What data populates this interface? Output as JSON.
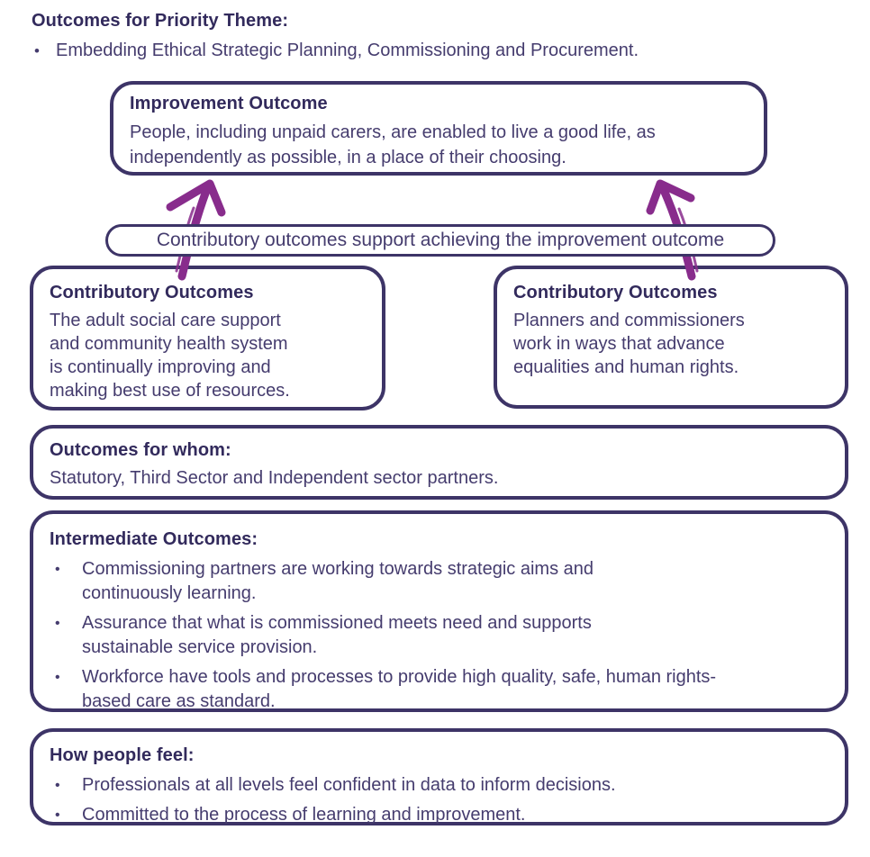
{
  "colors": {
    "border": "#3D3467",
    "title": "#322A5C",
    "body": "#453C6E",
    "arrow": "#882C8C",
    "bg": "#FFFFFF"
  },
  "header": {
    "title": "Outcomes for Priority Theme:",
    "bullet_glyph": "•",
    "bullet": "Embedding Ethical Strategic Planning, Commissioning and Procurement."
  },
  "improvement": {
    "title": "Improvement Outcome",
    "body": "People, including unpaid carers, are enabled to live a good life, as\nindependently as possible, in a place of their choosing."
  },
  "connector": {
    "label": "Contributory outcomes support achieving the improvement outcome"
  },
  "contributory_left": {
    "title": "Contributory Outcomes",
    "body": "The adult social care support\nand community health system\nis continually improving and\nmaking best use of resources."
  },
  "contributory_right": {
    "title": "Contributory Outcomes",
    "body": "Planners and commissioners\nwork in ways that advance\nequalities and human rights."
  },
  "outcomes_for_whom": {
    "title": "Outcomes for whom:",
    "body": "Statutory, Third Sector and Independent sector partners."
  },
  "intermediate": {
    "title": "Intermediate Outcomes:",
    "bullet_glyph": "•",
    "bullets": [
      "Commissioning partners are working towards strategic aims and\ncontinuously learning.",
      "Assurance that what is commissioned meets need and supports\nsustainable service provision.",
      "Workforce have tools and processes to provide high quality, safe, human rights-\nbased care as standard."
    ]
  },
  "how_people_feel": {
    "title": "How people feel:",
    "bullet_glyph": "•",
    "bullets": [
      "Professionals at all levels feel confident in data to inform decisions.",
      "Committed to the process of learning and improvement."
    ]
  }
}
